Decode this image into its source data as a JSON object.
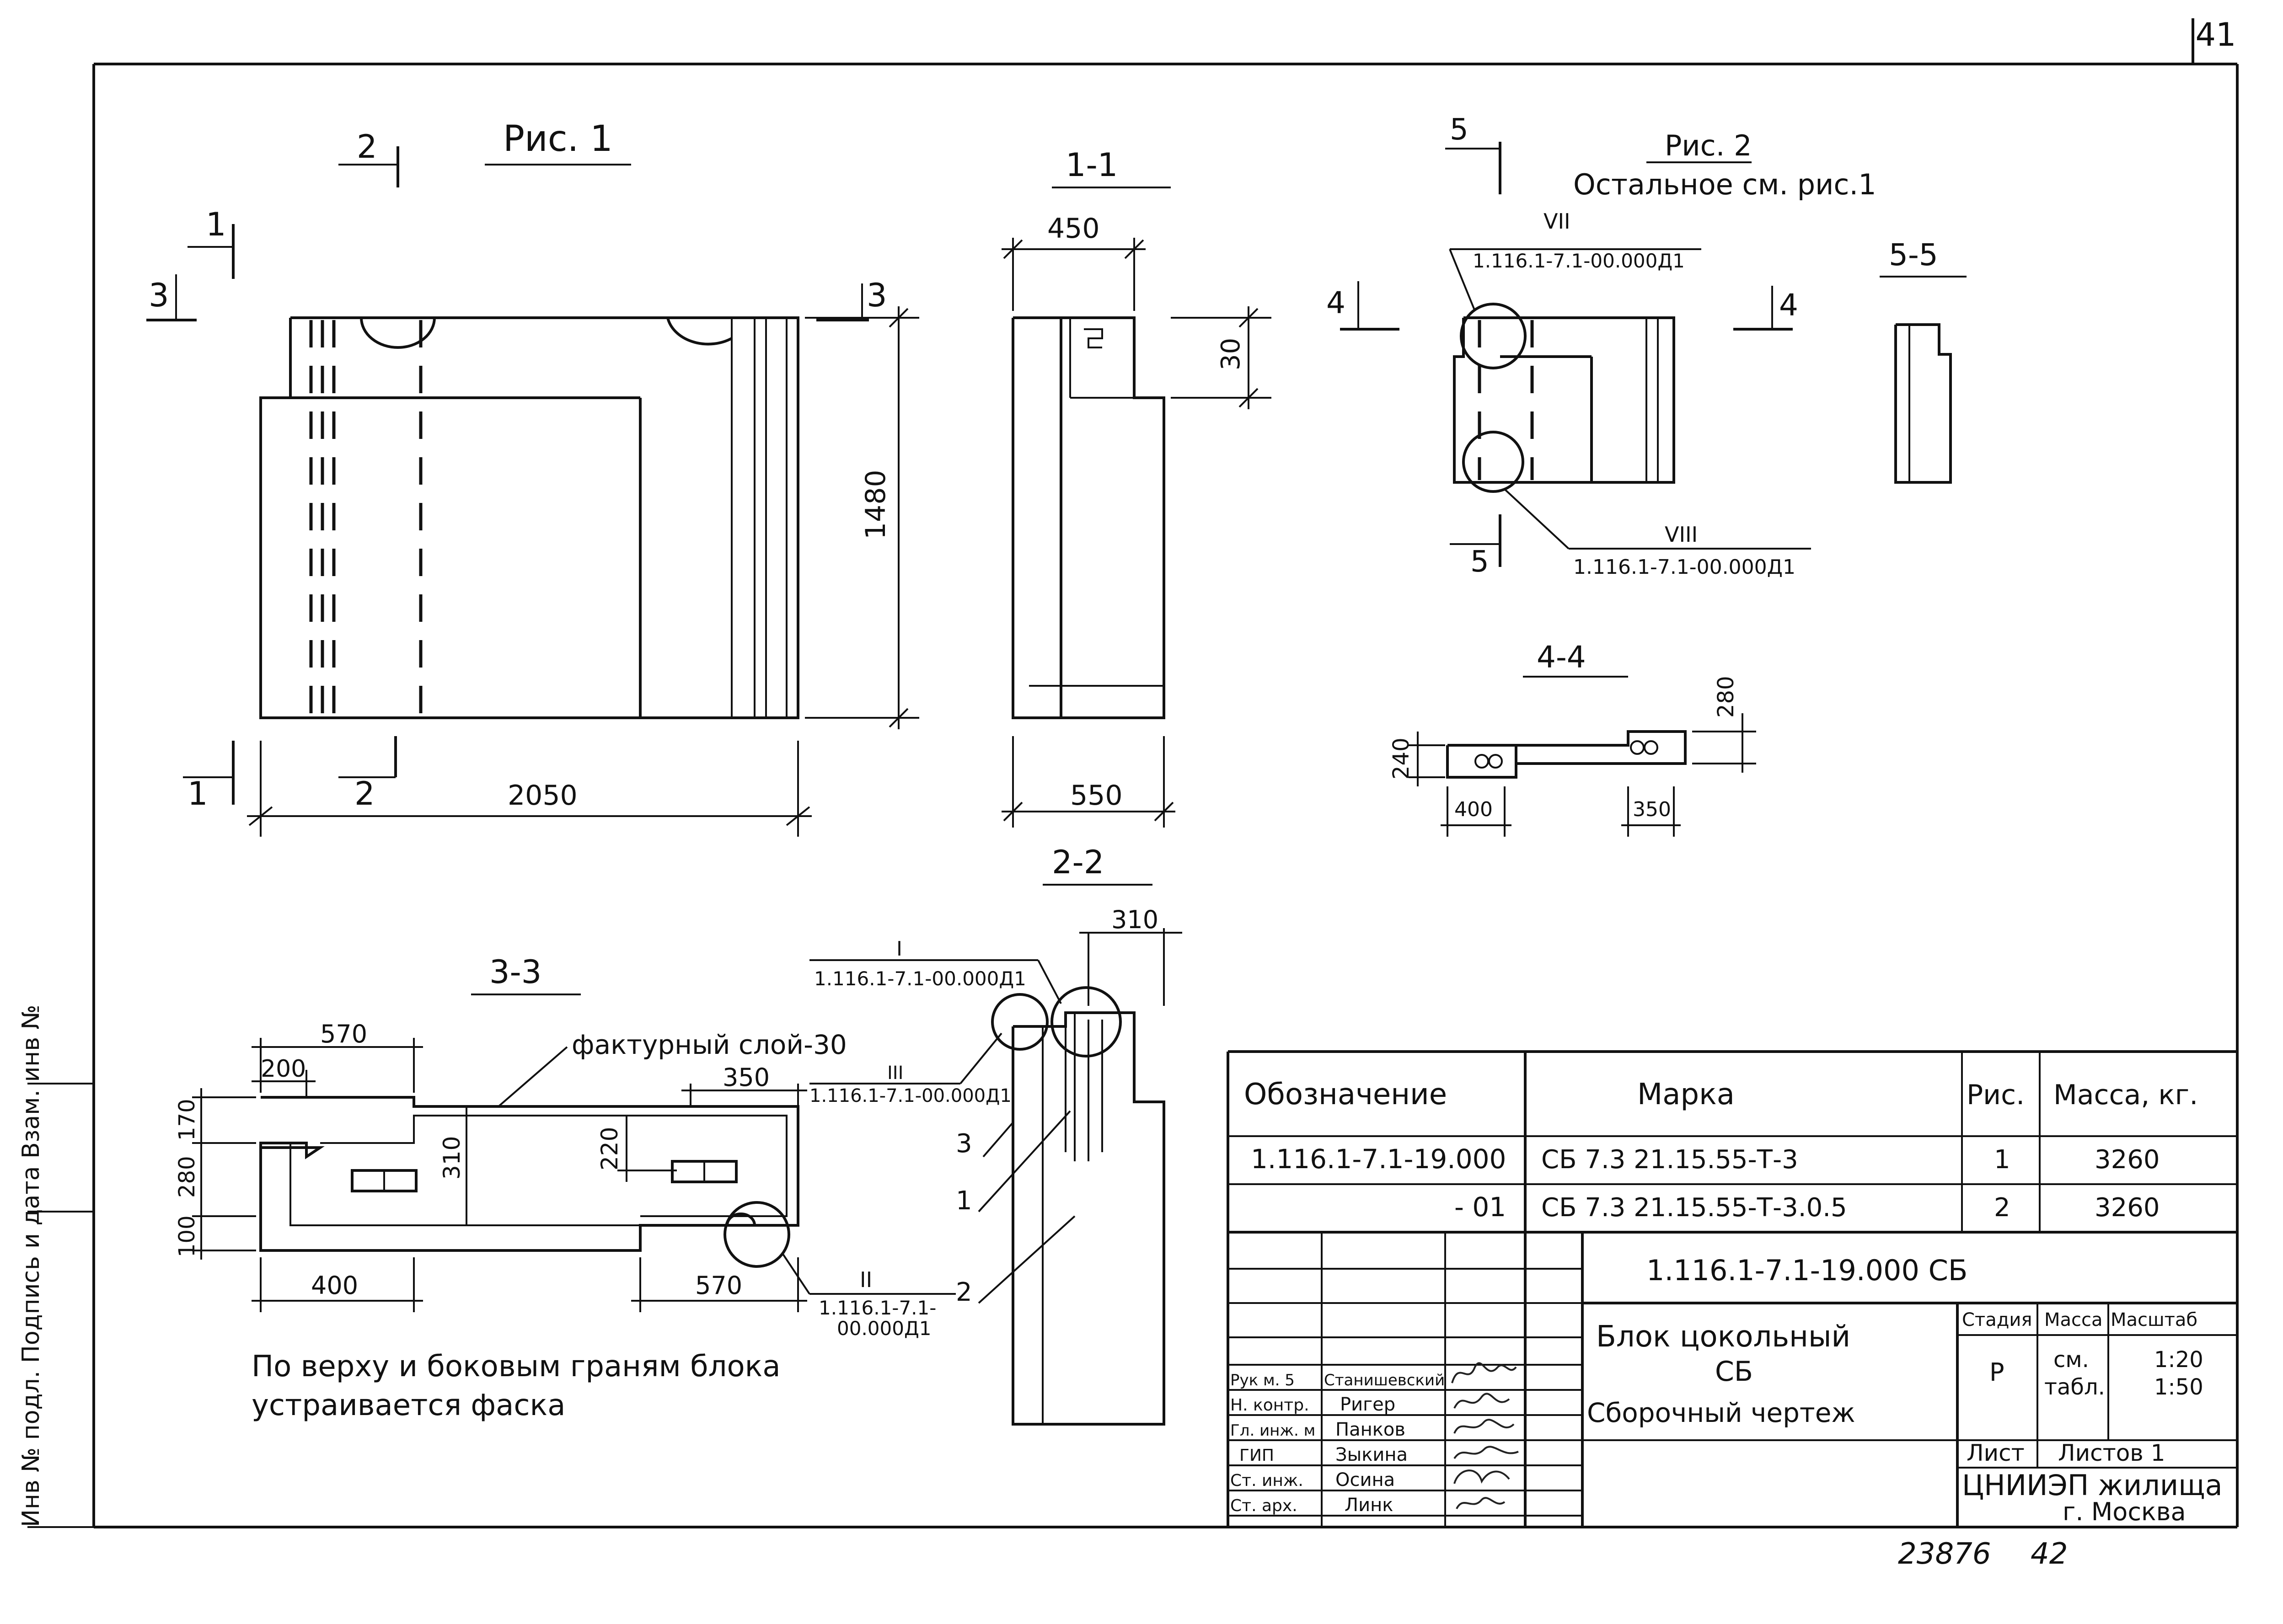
{
  "sheet": {
    "page_number": "41",
    "bottom_number": "23876",
    "bottom_number_2": "42",
    "left_margin_text": "Инв № подл. Подпись и дата Взам. инв №"
  },
  "fig1": {
    "title": "Рис. 1",
    "dims": {
      "width": "2050",
      "height": "1480"
    },
    "cut_labels": {
      "c1": "1",
      "c2": "2",
      "c3": "3"
    }
  },
  "sec11": {
    "title": "1-1",
    "dims": {
      "top": "450",
      "bottom": "550",
      "step": "30"
    }
  },
  "fig2": {
    "title": "Рис. 2",
    "subtitle": "Остальное см. рис.1",
    "cut_labels": {
      "c4": "4",
      "c5": "5"
    },
    "callout7": {
      "numeral": "VII",
      "ref": "1.116.1-7.1-00.000Д1"
    },
    "callout8": {
      "numeral": "VIII",
      "ref": "1.116.1-7.1-00.000Д1"
    }
  },
  "sec55": {
    "title": "5-5"
  },
  "sec44": {
    "title": "4-4",
    "dims": {
      "h240": "240",
      "h280": "280",
      "w400": "400",
      "w350": "350"
    }
  },
  "sec22": {
    "title": "2-2",
    "dims": {
      "w310": "310"
    },
    "callout1": {
      "numeral": "I",
      "ref": "1.116.1-7.1-00.000Д1"
    },
    "callout3": {
      "numeral": "III",
      "ref": "1.116.1-7.1-00.000Д1"
    },
    "leaders": {
      "l1": "1",
      "l2": "2",
      "l3": "3"
    }
  },
  "sec33": {
    "title": "3-3",
    "label": "фактурный слой-30",
    "dims": {
      "d570a": "570",
      "d200": "200",
      "d350": "350",
      "d310": "310",
      "d220": "220",
      "d170": "170",
      "d280": "280",
      "d100": "100",
      "d400": "400",
      "d570b": "570"
    },
    "callout2": {
      "numeral": "II",
      "ref_line1": "1.116.1-7.1-",
      "ref_line2": "00.000Д1"
    }
  },
  "note": {
    "line1": "По верху и боковым граням блока",
    "line2": "устраивается фаска"
  },
  "spec_table": {
    "headers": [
      "Обозначение",
      "Марка",
      "Рис.",
      "Масса, кг."
    ],
    "rows": [
      [
        "1.116.1-7.1-19.000",
        "СБ 7.3 21.15.55-Т-3",
        "1",
        "3260"
      ],
      [
        "- 01",
        "СБ 7.3 21.15.55-Т-3.0.5",
        "2",
        "3260"
      ]
    ]
  },
  "title_block": {
    "doc_code": "1.116.1-7.1-19.000 СБ",
    "name_line1": "Блок цокольный",
    "name_line2": "СБ",
    "name_line3": "Сборочный чертеж",
    "stage_header": "Стадия",
    "mass_header": "Масса",
    "scale_header": "Масштаб",
    "stage_value": "Р",
    "mass_value_1": "см.",
    "mass_value_2": "табл.",
    "scale_value_1": "1:20",
    "scale_value_2": "1:50",
    "sheet_label": "Лист",
    "sheets_label": "Листов 1",
    "org_line1": "ЦНИИЭП жилища",
    "org_line2": "г. Москва",
    "signatories": [
      {
        "role": "Рук м. 5",
        "name": "Станишевский"
      },
      {
        "role": "Н. контр.",
        "name": "Ригер"
      },
      {
        "role": "Гл. инж. м",
        "name": "Панков"
      },
      {
        "role": "ГИП",
        "name": "Зыкина"
      },
      {
        "role": "Ст. инж.",
        "name": "Осина"
      },
      {
        "role": "Ст. арх.",
        "name": "Линк"
      }
    ]
  }
}
